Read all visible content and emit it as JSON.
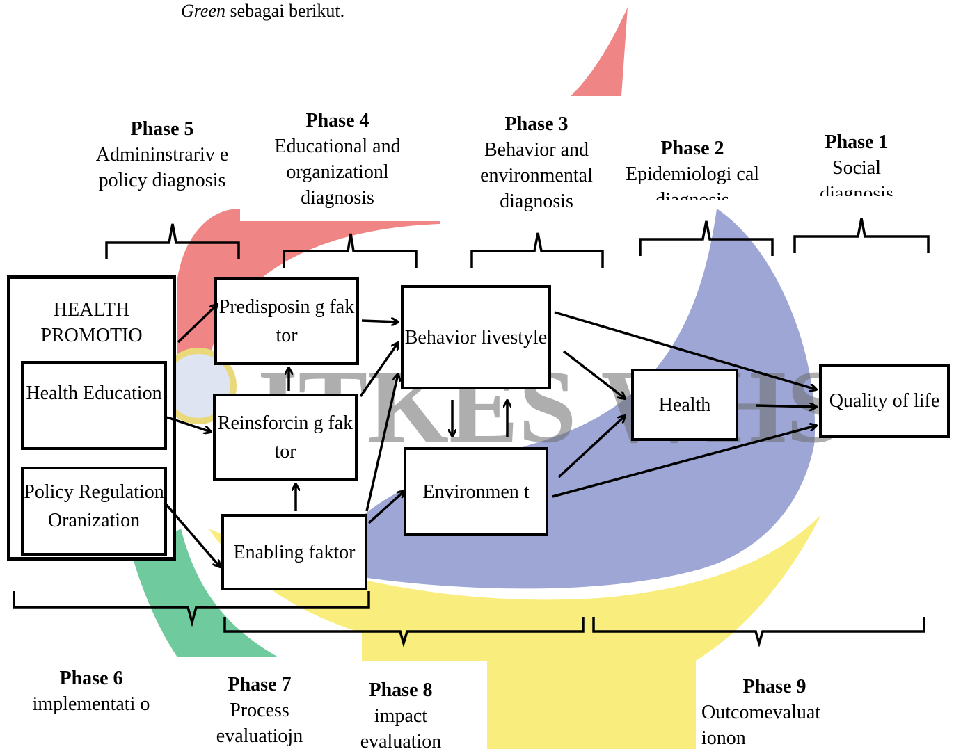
{
  "intro": {
    "emphasis": "Green",
    "text": " sebagai berikut."
  },
  "phases": [
    {
      "id": "phase-5",
      "title": "Phase 5",
      "desc": "Admininstrariv e policy diagnosis"
    },
    {
      "id": "phase-4",
      "title": "Phase 4",
      "desc": "Educational and organizationl diagnosis"
    },
    {
      "id": "phase-3",
      "title": "Phase 3",
      "desc": "Behavior and environmental diagnosis"
    },
    {
      "id": "phase-2",
      "title": "Phase 2",
      "desc": "Epidemiologi cal diagnosis"
    },
    {
      "id": "phase-1",
      "title": "Phase 1",
      "desc": "Social diagnosis"
    },
    {
      "id": "phase-6",
      "title": "Phase 6",
      "desc": "implementati o"
    },
    {
      "id": "phase-7",
      "title": "Phase 7",
      "desc": "Process evaluatiojn"
    },
    {
      "id": "phase-8",
      "title": "Phase 8",
      "desc": "impact evaluation"
    },
    {
      "id": "phase-9",
      "title": "Phase 9",
      "desc": "Outcomevaluat ionon"
    }
  ],
  "health_promotion": {
    "title": "HEALTH PROMOTIO",
    "health_education": "Health Education",
    "policy": "Policy Regulation Oranization"
  },
  "nodes": {
    "predisposing": "Predisposin g faktor",
    "reinforcing": "Reinsforcin g faktor",
    "enabling": "Enabling faktor",
    "behavior": "Behavior livestyle",
    "environment": "Environmen t",
    "health": "Health",
    "quality": "Quality of life"
  },
  "watermark": {
    "text": "ITKES WHS",
    "colors": {
      "red": "#f08080",
      "green": "#6cc89a",
      "blue": "#9aa3d6",
      "yellow": "#fbee7e"
    }
  }
}
